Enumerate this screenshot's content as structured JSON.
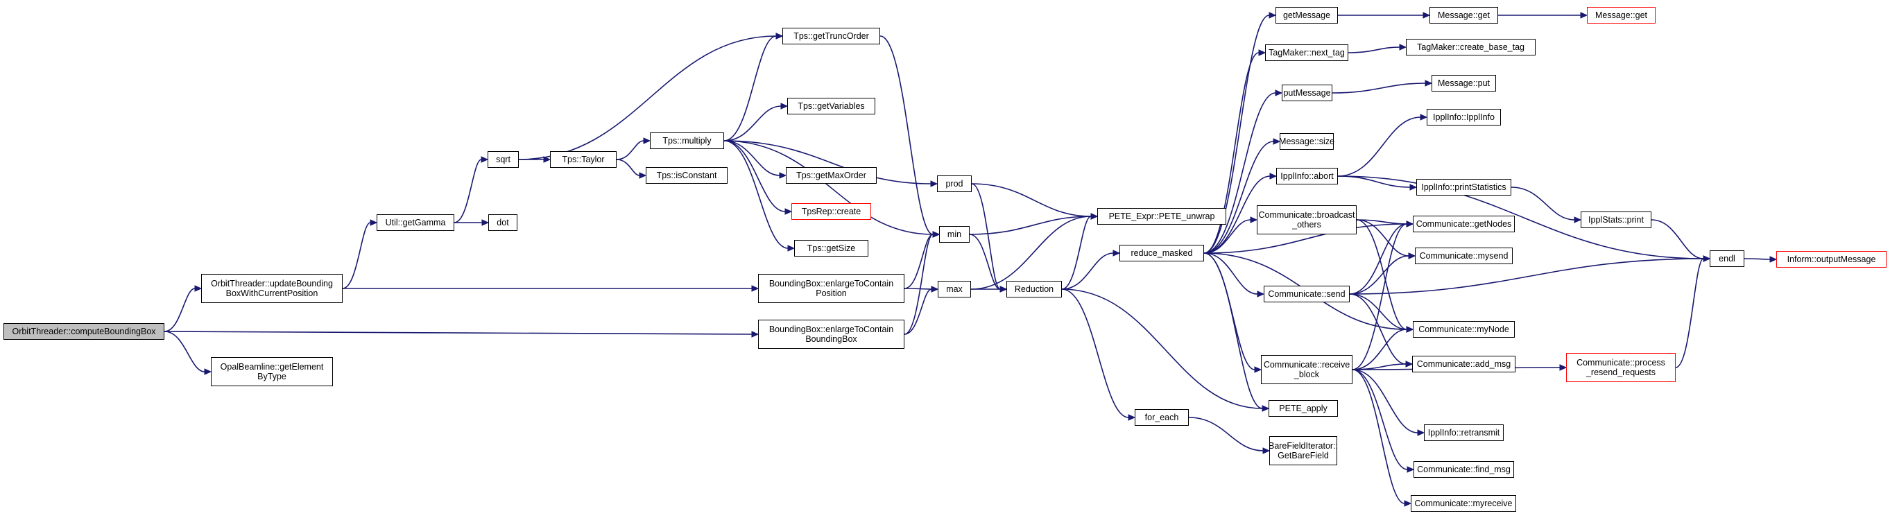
{
  "graph": {
    "nodes": [
      {
        "id": "compute",
        "lines": [
          "OrbitThreader::computeBoundingBox"
        ],
        "style": "root"
      },
      {
        "id": "update",
        "lines": [
          "OrbitThreader::updateBounding",
          "BoxWithCurrentPosition"
        ],
        "style": "normal"
      },
      {
        "id": "getelem",
        "lines": [
          "OpalBeamline::getElement",
          "ByType"
        ],
        "style": "normal"
      },
      {
        "id": "getgamma",
        "lines": [
          "Util::getGamma"
        ],
        "style": "normal"
      },
      {
        "id": "sqrt",
        "lines": [
          "sqrt"
        ],
        "style": "normal"
      },
      {
        "id": "dot",
        "lines": [
          "dot"
        ],
        "style": "normal"
      },
      {
        "id": "taylor",
        "lines": [
          "Tps::Taylor"
        ],
        "style": "normal"
      },
      {
        "id": "multiply",
        "lines": [
          "Tps::multiply"
        ],
        "style": "normal"
      },
      {
        "id": "isconst",
        "lines": [
          "Tps::isConstant"
        ],
        "style": "normal"
      },
      {
        "id": "trunc",
        "lines": [
          "Tps::getTruncOrder"
        ],
        "style": "normal"
      },
      {
        "id": "getvars",
        "lines": [
          "Tps::getVariables"
        ],
        "style": "normal"
      },
      {
        "id": "getmaxord",
        "lines": [
          "Tps::getMaxOrder"
        ],
        "style": "normal"
      },
      {
        "id": "tpsrep",
        "lines": [
          "TpsRep::create"
        ],
        "style": "red"
      },
      {
        "id": "getsize",
        "lines": [
          "Tps::getSize"
        ],
        "style": "normal"
      },
      {
        "id": "bbpos",
        "lines": [
          "BoundingBox::enlargeToContain",
          "Position"
        ],
        "style": "normal"
      },
      {
        "id": "bbbox",
        "lines": [
          "BoundingBox::enlargeToContain",
          "BoundingBox"
        ],
        "style": "normal"
      },
      {
        "id": "prod",
        "lines": [
          "prod"
        ],
        "style": "normal"
      },
      {
        "id": "min",
        "lines": [
          "min"
        ],
        "style": "normal"
      },
      {
        "id": "max",
        "lines": [
          "max"
        ],
        "style": "normal"
      },
      {
        "id": "reduction",
        "lines": [
          "Reduction"
        ],
        "style": "normal"
      },
      {
        "id": "unwrap",
        "lines": [
          "PETE_Expr::PETE_unwrap"
        ],
        "style": "normal"
      },
      {
        "id": "reducem",
        "lines": [
          "reduce_masked"
        ],
        "style": "normal"
      },
      {
        "id": "foreach",
        "lines": [
          "for_each"
        ],
        "style": "normal"
      },
      {
        "id": "petea",
        "lines": [
          "PETE_apply"
        ],
        "style": "normal"
      },
      {
        "id": "barefield",
        "lines": [
          "BareFieldIterator::",
          "GetBareField"
        ],
        "style": "normal"
      },
      {
        "id": "getmsg",
        "lines": [
          "getMessage"
        ],
        "style": "normal"
      },
      {
        "id": "nexttag",
        "lines": [
          "TagMaker::next_tag"
        ],
        "style": "normal"
      },
      {
        "id": "putmsg",
        "lines": [
          "putMessage"
        ],
        "style": "normal"
      },
      {
        "id": "msgsize",
        "lines": [
          "Message::size"
        ],
        "style": "normal"
      },
      {
        "id": "abort",
        "lines": [
          "IpplInfo::abort"
        ],
        "style": "normal"
      },
      {
        "id": "bcast",
        "lines": [
          "Communicate::broadcast",
          "_others"
        ],
        "style": "normal"
      },
      {
        "id": "send",
        "lines": [
          "Communicate::send"
        ],
        "style": "normal"
      },
      {
        "id": "recvb",
        "lines": [
          "Communicate::receive",
          "_block"
        ],
        "style": "normal"
      },
      {
        "id": "mget",
        "lines": [
          "Message::get"
        ],
        "style": "normal"
      },
      {
        "id": "mget2",
        "lines": [
          "Message::get"
        ],
        "style": "red"
      },
      {
        "id": "cbtag",
        "lines": [
          "TagMaker::create_base_tag"
        ],
        "style": "normal"
      },
      {
        "id": "mput",
        "lines": [
          "Message::put"
        ],
        "style": "normal"
      },
      {
        "id": "ipplinfo",
        "lines": [
          "IpplInfo::IpplInfo"
        ],
        "style": "normal"
      },
      {
        "id": "printstats",
        "lines": [
          "IpplInfo::printStatistics"
        ],
        "style": "normal"
      },
      {
        "id": "getnodes",
        "lines": [
          "Communicate::getNodes"
        ],
        "style": "normal"
      },
      {
        "id": "mysend",
        "lines": [
          "Communicate::mysend"
        ],
        "style": "normal"
      },
      {
        "id": "mynode",
        "lines": [
          "Communicate::myNode"
        ],
        "style": "normal"
      },
      {
        "id": "addmsg",
        "lines": [
          "Communicate::add_msg"
        ],
        "style": "normal"
      },
      {
        "id": "retrans",
        "lines": [
          "IpplInfo::retransmit"
        ],
        "style": "normal"
      },
      {
        "id": "findmsg",
        "lines": [
          "Communicate::find_msg"
        ],
        "style": "normal"
      },
      {
        "id": "myrecv",
        "lines": [
          "Communicate::myreceive"
        ],
        "style": "normal"
      },
      {
        "id": "istats",
        "lines": [
          "IpplStats::print"
        ],
        "style": "normal"
      },
      {
        "id": "endl",
        "lines": [
          "endl"
        ],
        "style": "normal"
      },
      {
        "id": "procresend",
        "lines": [
          "Communicate::process",
          "_resend_requests"
        ],
        "style": "red"
      },
      {
        "id": "outmsg",
        "lines": [
          "Inform::outputMessage"
        ],
        "style": "red"
      }
    ],
    "edges": [
      [
        "compute",
        "update"
      ],
      [
        "compute",
        "bbbox"
      ],
      [
        "compute",
        "getelem"
      ],
      [
        "update",
        "getgamma"
      ],
      [
        "update",
        "bbpos"
      ],
      [
        "getgamma",
        "sqrt"
      ],
      [
        "getgamma",
        "dot"
      ],
      [
        "sqrt",
        "taylor"
      ],
      [
        "sqrt",
        "trunc"
      ],
      [
        "taylor",
        "multiply"
      ],
      [
        "taylor",
        "isconst"
      ],
      [
        "multiply",
        "trunc"
      ],
      [
        "multiply",
        "getvars"
      ],
      [
        "multiply",
        "getmaxord"
      ],
      [
        "multiply",
        "tpsrep"
      ],
      [
        "multiply",
        "getsize"
      ],
      [
        "multiply",
        "prod"
      ],
      [
        "multiply",
        "min"
      ],
      [
        "trunc",
        "min"
      ],
      [
        "bbpos",
        "min"
      ],
      [
        "bbpos",
        "max"
      ],
      [
        "bbbox",
        "min"
      ],
      [
        "bbbox",
        "max"
      ],
      [
        "prod",
        "unwrap"
      ],
      [
        "prod",
        "reduction"
      ],
      [
        "min",
        "unwrap"
      ],
      [
        "min",
        "reduction"
      ],
      [
        "max",
        "unwrap"
      ],
      [
        "max",
        "reduction"
      ],
      [
        "reduction",
        "unwrap"
      ],
      [
        "reduction",
        "reducem"
      ],
      [
        "reduction",
        "foreach"
      ],
      [
        "reduction",
        "petea"
      ],
      [
        "foreach",
        "barefield"
      ],
      [
        "reducem",
        "getmsg"
      ],
      [
        "reducem",
        "nexttag"
      ],
      [
        "reducem",
        "putmsg"
      ],
      [
        "reducem",
        "msgsize"
      ],
      [
        "reducem",
        "abort"
      ],
      [
        "reducem",
        "bcast"
      ],
      [
        "reducem",
        "send"
      ],
      [
        "reducem",
        "recvb"
      ],
      [
        "reducem",
        "getnodes"
      ],
      [
        "reducem",
        "mynode"
      ],
      [
        "reducem",
        "petea"
      ],
      [
        "getmsg",
        "mget"
      ],
      [
        "mget",
        "mget2"
      ],
      [
        "nexttag",
        "cbtag"
      ],
      [
        "putmsg",
        "mput"
      ],
      [
        "abort",
        "ipplinfo"
      ],
      [
        "abort",
        "printstats"
      ],
      [
        "abort",
        "endl"
      ],
      [
        "printstats",
        "istats"
      ],
      [
        "istats",
        "endl"
      ],
      [
        "bcast",
        "getnodes"
      ],
      [
        "bcast",
        "mysend"
      ],
      [
        "bcast",
        "mynode"
      ],
      [
        "send",
        "getnodes"
      ],
      [
        "send",
        "mysend"
      ],
      [
        "send",
        "mynode"
      ],
      [
        "send",
        "addmsg"
      ],
      [
        "send",
        "endl"
      ],
      [
        "recvb",
        "getnodes"
      ],
      [
        "recvb",
        "mynode"
      ],
      [
        "recvb",
        "addmsg"
      ],
      [
        "recvb",
        "procresend"
      ],
      [
        "recvb",
        "retrans"
      ],
      [
        "recvb",
        "findmsg"
      ],
      [
        "recvb",
        "myrecv"
      ],
      [
        "procresend",
        "endl"
      ],
      [
        "endl",
        "outmsg"
      ]
    ]
  }
}
